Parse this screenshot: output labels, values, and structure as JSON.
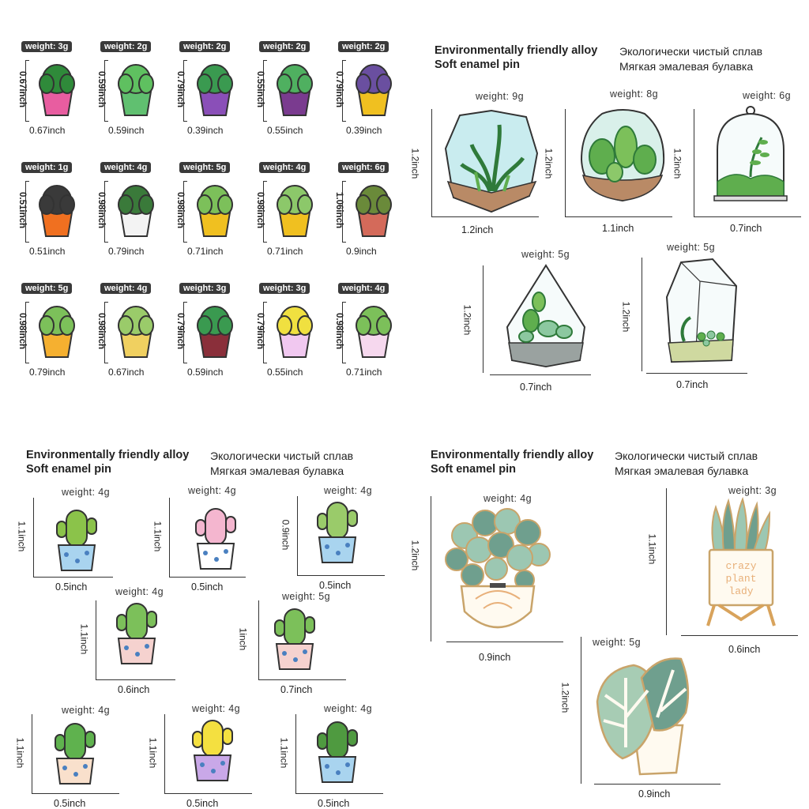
{
  "grid_pins": [
    {
      "weight": "weight: 3g",
      "height": "0.67inch",
      "width": "0.67inch"
    },
    {
      "weight": "weight: 2g",
      "height": "0.59inch",
      "width": "0.59inch"
    },
    {
      "weight": "weight: 2g",
      "height": "0.79inch",
      "width": "0.39inch"
    },
    {
      "weight": "weight: 2g",
      "height": "0.55inch",
      "width": "0.55inch"
    },
    {
      "weight": "weight: 2g",
      "height": "0.79inch",
      "width": "0.39inch"
    },
    {
      "weight": "weight: 1g",
      "height": "0.51inch",
      "width": "0.51inch"
    },
    {
      "weight": "weight: 4g",
      "height": "0.98inch",
      "width": "0.79inch"
    },
    {
      "weight": "weight: 5g",
      "height": "0.98inch",
      "width": "0.71inch"
    },
    {
      "weight": "weight: 4g",
      "height": "0.98inch",
      "width": "0.71inch"
    },
    {
      "weight": "weight: 6g",
      "height": "1.06inch",
      "width": "0.9inch"
    },
    {
      "weight": "weight: 5g",
      "height": "0.98inch",
      "width": "0.79inch"
    },
    {
      "weight": "weight: 4g",
      "height": "0.98inch",
      "width": "0.67inch"
    },
    {
      "weight": "weight: 3g",
      "height": "0.79inch",
      "width": "0.59inch"
    },
    {
      "weight": "weight: 3g",
      "height": "0.79inch",
      "width": "0.55inch"
    },
    {
      "weight": "weight: 4g",
      "height": "0.98inch",
      "width": "0.71inch"
    }
  ],
  "terrarium_panel": {
    "title_en_1": "Environmentally friendly alloy",
    "title_en_2": "Soft enamel pin",
    "title_ru_1": "Экологически чистый сплав",
    "title_ru_2": "Мягкая эмалевая булавка",
    "pins": [
      {
        "weight": "weight: 9g",
        "height": "1.2inch",
        "width": "1.2inch"
      },
      {
        "weight": "weight: 8g",
        "height": "1.2inch",
        "width": "1.1inch"
      },
      {
        "weight": "weight: 6g",
        "height": "1.2inch",
        "width": "0.7inch"
      },
      {
        "weight": "weight: 5g",
        "height": "1.2inch",
        "width": "0.7inch"
      },
      {
        "weight": "weight: 5g",
        "height": "1.2inch",
        "width": "0.7inch"
      }
    ]
  },
  "cactus_panel": {
    "title_en_1": "Environmentally friendly alloy",
    "title_en_2": "Soft enamel pin",
    "title_ru_1": "Экологически чистый сплав",
    "title_ru_2": "Мягкая эмалевая булавка",
    "pins": [
      {
        "weight": "weight: 4g",
        "height": "1.1inch",
        "width": "0.5inch"
      },
      {
        "weight": "weight: 4g",
        "height": "1.1inch",
        "width": "0.5inch"
      },
      {
        "weight": "weight: 4g",
        "height": "0.9inch",
        "width": "0.5inch"
      },
      {
        "weight": "weight: 4g",
        "height": "1.1inch",
        "width": "0.6inch"
      },
      {
        "weight": "weight: 5g",
        "height": "1inch",
        "width": "0.7inch"
      },
      {
        "weight": "weight: 4g",
        "height": "1.1inch",
        "width": "0.5inch"
      },
      {
        "weight": "weight: 4g",
        "height": "1.1inch",
        "width": "0.5inch"
      },
      {
        "weight": "weight: 4g",
        "height": "1.1inch",
        "width": "0.5inch"
      }
    ]
  },
  "houseplant_panel": {
    "title_en_1": "Environmentally friendly alloy",
    "title_en_2": "Soft enamel pin",
    "title_ru_1": "Экологически чистый сплав",
    "title_ru_2": "Мягкая эмалевая булавка",
    "pins": [
      {
        "weight": "weight: 4g",
        "height": "1.2inch",
        "width": "0.9inch"
      },
      {
        "weight": "weight: 3g",
        "height": "1.1inch",
        "width": "0.6inch",
        "pot_text_1": "crazy",
        "pot_text_2": "plant",
        "pot_text_3": "lady"
      },
      {
        "weight": "weight: 5g",
        "height": "1.2inch",
        "width": "0.9inch"
      }
    ]
  },
  "colors": {
    "leaf": "#5fae4e",
    "leaf_dark": "#2f7a3a",
    "terrarium_glass": "#c9ecef",
    "soil": "#b98a66",
    "pot_blue": "#a9d4ef",
    "pot_pink": "#f5d2cf",
    "pastel_green": "#a7ccb4",
    "badge": "#3a3a3a"
  }
}
